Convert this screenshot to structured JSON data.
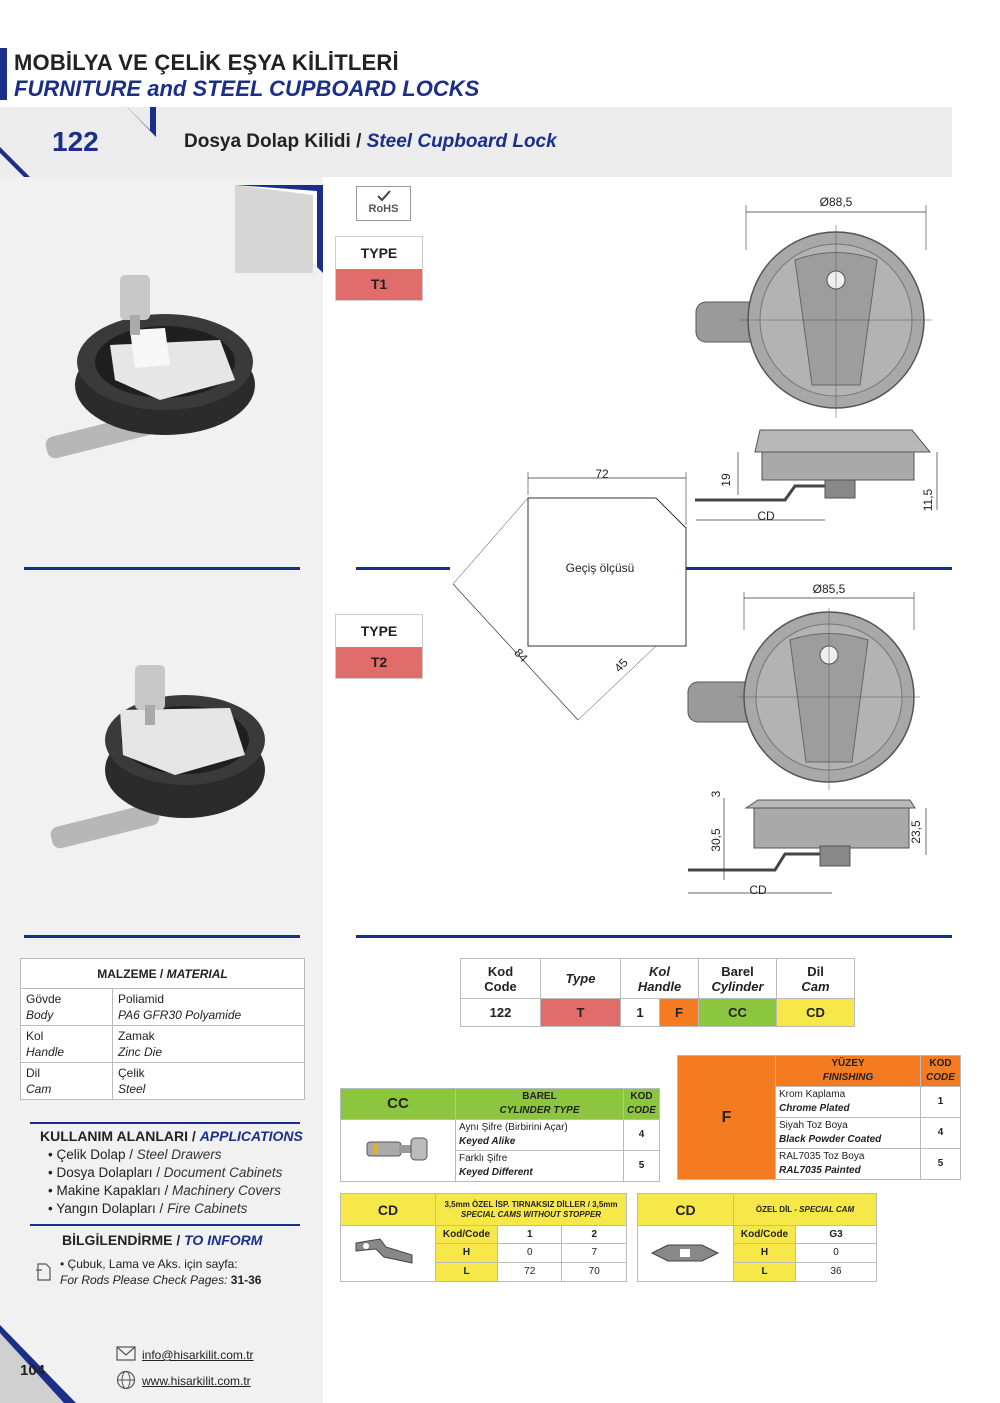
{
  "header": {
    "title_tr": "MOBİLYA VE ÇELİK EŞYA KİLİTLERİ",
    "title_en": "FURNITURE and STEEL CUPBOARD LOCKS"
  },
  "product": {
    "number": "122",
    "name_tr": "Dosya Dolap Kilidi /",
    "name_en": "Steel Cupboard Lock"
  },
  "rohs": "RoHS",
  "types": [
    {
      "label": "TYPE",
      "value": "T1"
    },
    {
      "label": "TYPE",
      "value": "T2"
    }
  ],
  "drawing": {
    "t1_diameter": "Ø88,5",
    "t1_dim_19": "19",
    "t1_dim_11_5": "11,5",
    "t1_cd": "CD",
    "t2_diameter": "Ø85,5",
    "t2_dim_3": "3",
    "t2_dim_30_5": "30,5",
    "t2_dim_23_5": "23,5",
    "t2_cd": "CD",
    "cutout_width": "72",
    "cutout_diag": "84",
    "cutout_chamfer": "45",
    "cutout_label": "Geçiş ölçüsü"
  },
  "material": {
    "title_tr": "MALZEME /",
    "title_en": "MATERIAL",
    "rows": [
      {
        "part_tr": "Gövde",
        "part_en": "Body",
        "mat_tr": "Poliamid",
        "mat_en": "PA6 GFR30 Polyamide"
      },
      {
        "part_tr": "Kol",
        "part_en": "Handle",
        "mat_tr": "Zamak",
        "mat_en": "Zinc Die"
      },
      {
        "part_tr": "Dil",
        "part_en": "Cam",
        "mat_tr": "Çelik",
        "mat_en": "Steel"
      }
    ]
  },
  "applications": {
    "title_tr": "KULLANIM ALANLARI /",
    "title_en": "APPLICATIONS",
    "items": [
      {
        "tr": "• Çelik Dolap /",
        "en": "Steel Drawers"
      },
      {
        "tr": "• Dosya Dolapları /",
        "en": "Document Cabinets"
      },
      {
        "tr": "• Makine Kapakları /",
        "en": "Machinery Covers"
      },
      {
        "tr": "• Yangın Dolapları /",
        "en": "Fire Cabinets"
      }
    ]
  },
  "inform": {
    "title_tr": "BİLGİLENDİRME /",
    "title_en": "TO INFORM",
    "line1": "• Çubuk, Lama ve Aks. için sayfa:",
    "line2": "For Rods Please Check Pages:",
    "pages": "31-36"
  },
  "code_table": {
    "headers": [
      {
        "tr": "Kod",
        "en": "Code"
      },
      {
        "tr": "",
        "en": "Type"
      },
      {
        "tr": "Kol",
        "en": "Handle"
      },
      {
        "tr": "Barel",
        "en": "Cylinder"
      },
      {
        "tr": "Dil",
        "en": "Cam"
      }
    ],
    "row": {
      "code": "122",
      "type": "T",
      "handle_num": "1",
      "handle": "F",
      "cylinder": "CC",
      "cam": "CD"
    }
  },
  "colors": {
    "navy": "#1b2f8a",
    "type_red": "#e06c6c",
    "orange": "#f47b20",
    "green": "#8cc63f",
    "yellow": "#f7e84a"
  },
  "cylinder": {
    "code": "CC",
    "head_tr": "BAREL",
    "head_en": "CYLINDER TYPE",
    "kod_tr": "KOD",
    "kod_en": "CODE",
    "rows": [
      {
        "tr": "Aynı Şifre (Birbirini Açar)",
        "en": "Keyed Alike",
        "code": "4"
      },
      {
        "tr": "Farklı Şifre",
        "en": "Keyed Different",
        "code": "5"
      }
    ]
  },
  "finishing": {
    "code": "F",
    "head_tr": "YÜZEY",
    "head_en": "FINISHING",
    "kod_tr": "KOD",
    "kod_en": "CODE",
    "rows": [
      {
        "tr": "Krom Kaplama",
        "en": "Chrome Plated",
        "code": "1"
      },
      {
        "tr": "Siyah Toz Boya",
        "en": "Black Powder Coated",
        "code": "4"
      },
      {
        "tr": "RAL7035 Toz Boya",
        "en": "RAL7035 Painted",
        "code": "5"
      }
    ]
  },
  "cam1": {
    "code": "CD",
    "title_tr": "3,5mm ÖZEL İSP. TIRNAKSIZ DİLLER / 3,5mm",
    "title_en": "SPECIAL CAMS WITHOUT STOPPER",
    "kod": "Kod/Code",
    "cols": [
      "1",
      "2"
    ],
    "h_label": "H",
    "h": [
      "0",
      "7"
    ],
    "l_label": "L",
    "l": [
      "72",
      "70"
    ]
  },
  "cam2": {
    "code": "CD",
    "title_tr": "ÖZEL DİL -",
    "title_en": "SPECIAL CAM",
    "kod": "Kod/Code",
    "cols": [
      "G3"
    ],
    "h_label": "H",
    "h": [
      "0"
    ],
    "l_label": "L",
    "l": [
      "36"
    ]
  },
  "footer": {
    "page": "104",
    "email": "info@hisarkilit.com.tr",
    "web": "www.hisarkilit.com.tr"
  }
}
